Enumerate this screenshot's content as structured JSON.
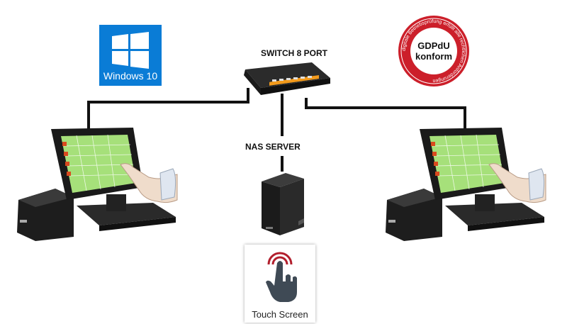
{
  "switch": {
    "label": "SWITCH 8 PORT"
  },
  "nas": {
    "label": "NAS SERVER"
  },
  "windows": {
    "label": "Windows 10"
  },
  "touch": {
    "label": "Touch Screen"
  },
  "seal": {
    "center_line1": "GDPdU",
    "center_line2": "konform",
    "ring_text": "digitale Betriebsprüfung erfüllt alle rechtlichen Anforderungen"
  },
  "colors": {
    "wire": "#111111",
    "windows_blue": "#0a7cd6",
    "seal_red": "#cc1f2a",
    "switch_led": "#f29a1c",
    "screen_green": "#a6e07a"
  }
}
